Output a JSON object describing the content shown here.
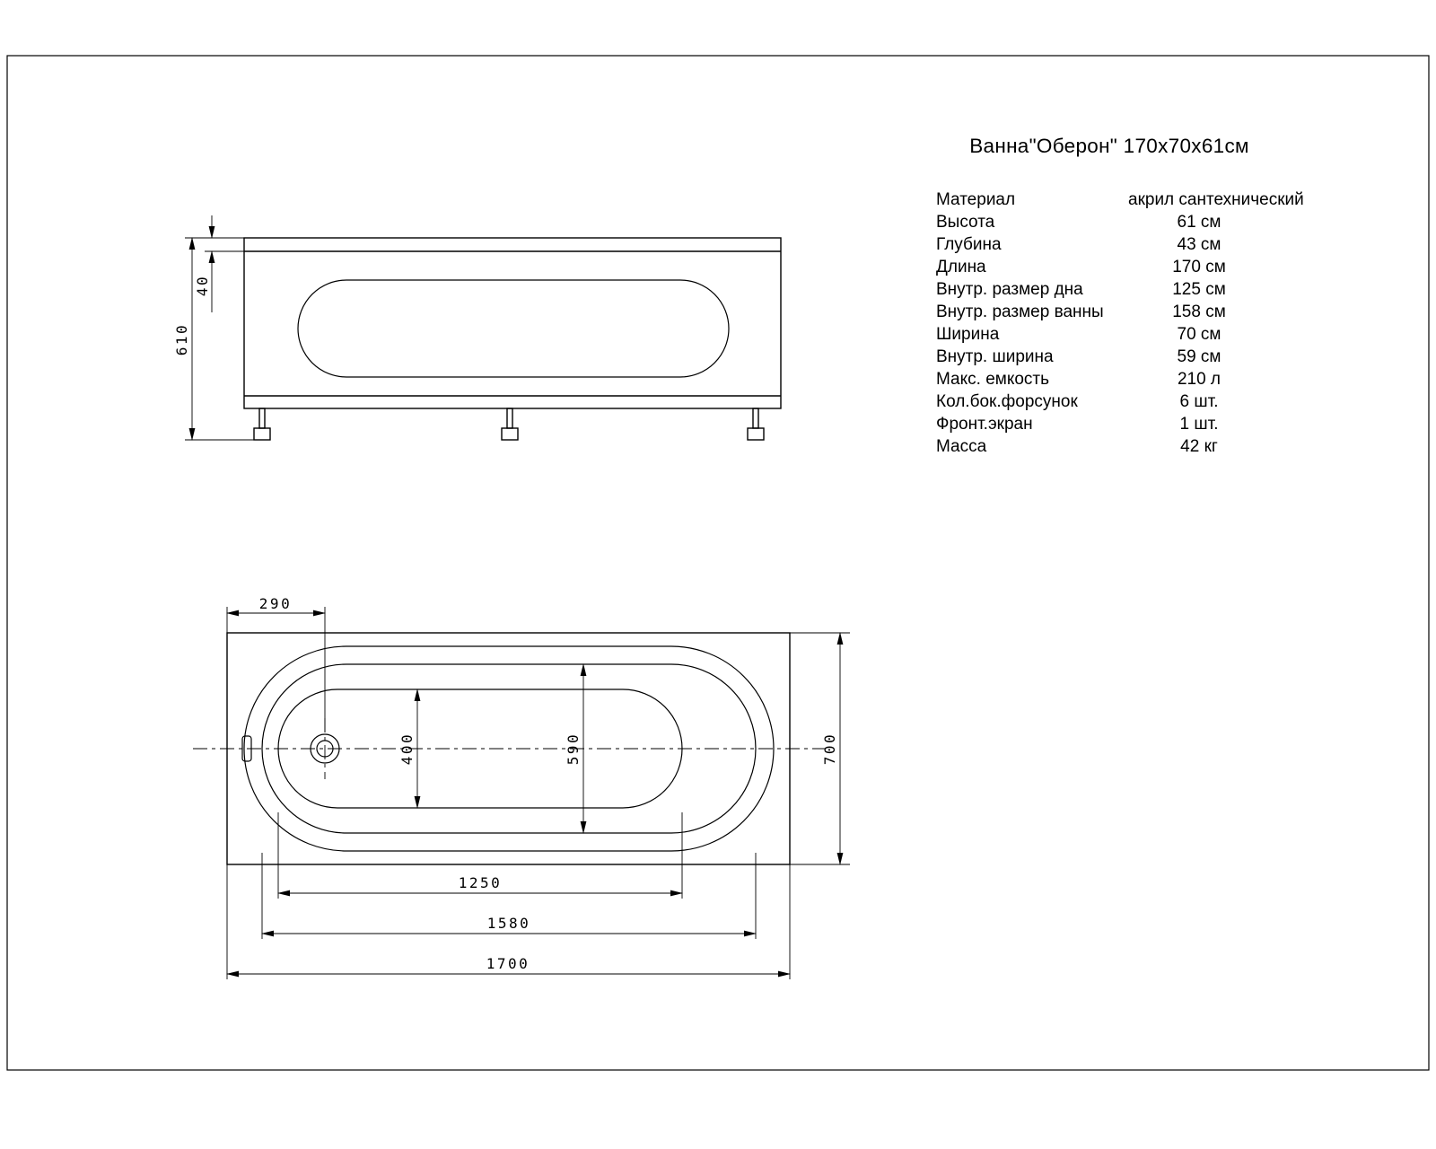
{
  "page": {
    "title": "Ванна\"Оберон\" 170х70х61см"
  },
  "specs": [
    {
      "label": "Материал",
      "value": "акрил сантехнический"
    },
    {
      "label": "Высота",
      "value": "61 см"
    },
    {
      "label": "Глубина",
      "value": "43 см"
    },
    {
      "label": "Длина",
      "value": "170 см"
    },
    {
      "label": "Внутр. размер дна",
      "value": "125 см"
    },
    {
      "label": "Внутр. размер ванны",
      "value": "158 см"
    },
    {
      "label": "Ширина",
      "value": "70 см"
    },
    {
      "label": "Внутр. ширина",
      "value": "59 см"
    },
    {
      "label": "Макс. емкость",
      "value": "210 л"
    },
    {
      "label": "Кол.бок.форсунок",
      "value": "6 шт."
    },
    {
      "label": "Фронт.экран",
      "value": "1 шт."
    },
    {
      "label": "Масса",
      "value": "42 кг"
    }
  ],
  "drawing": {
    "side_view": {
      "dim_height_total": "610",
      "dim_rim_height": "40"
    },
    "plan_view": {
      "dim_drain_offset": "290",
      "dim_bottom_width": "400",
      "dim_inner_width": "590",
      "dim_width_total": "700",
      "dim_bottom_length": "1250",
      "dim_inner_length": "1580",
      "dim_length_total": "1700"
    }
  }
}
